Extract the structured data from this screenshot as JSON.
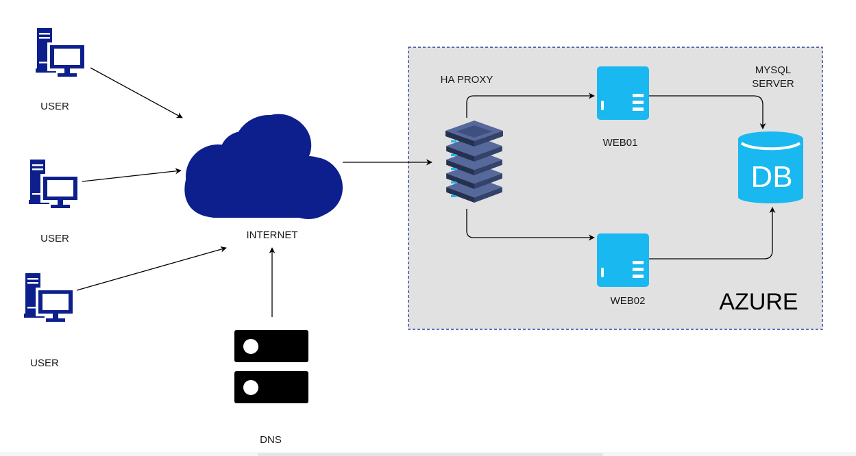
{
  "colors": {
    "navy": "#0d1f8c",
    "cyan": "#19b8f0",
    "azure_bg": "#e1e1e1",
    "azure_border": "#2b3fa8",
    "proxy_dark": "#2d3b5e",
    "proxy_light": "#56699a",
    "dns_dark": "#000000",
    "arrow": "#000000"
  },
  "nodes": {
    "user1": {
      "label": "USER",
      "icon": "workstation-icon"
    },
    "user2": {
      "label": "USER",
      "icon": "workstation-icon"
    },
    "user3": {
      "label": "USER",
      "icon": "workstation-icon"
    },
    "internet": {
      "label": "INTERNET",
      "icon": "cloud-icon"
    },
    "dns": {
      "label": "DNS",
      "icon": "dns-server-icon"
    },
    "haproxy": {
      "label": "HA PROXY",
      "icon": "server-stack-icon"
    },
    "web01": {
      "label": "WEB01",
      "icon": "web-server-icon"
    },
    "web02": {
      "label": "WEB02",
      "icon": "web-server-icon"
    },
    "mysql": {
      "label_line1": "MYSQL",
      "label_line2": "SERVER",
      "icon_text": "DB",
      "icon": "database-icon"
    }
  },
  "group": {
    "label": "AZURE"
  },
  "edges": [
    {
      "from": "user1",
      "to": "internet"
    },
    {
      "from": "user2",
      "to": "internet"
    },
    {
      "from": "user3",
      "to": "internet"
    },
    {
      "from": "dns",
      "to": "internet"
    },
    {
      "from": "internet",
      "to": "haproxy"
    },
    {
      "from": "haproxy",
      "to": "web01"
    },
    {
      "from": "haproxy",
      "to": "web02"
    },
    {
      "from": "web01",
      "to": "mysql"
    },
    {
      "from": "web02",
      "to": "mysql"
    }
  ]
}
